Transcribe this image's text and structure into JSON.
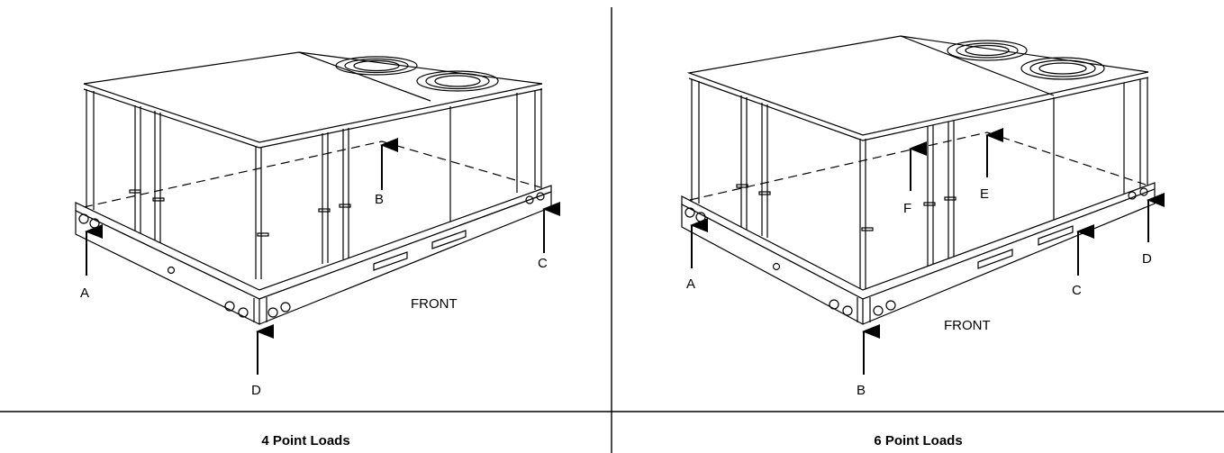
{
  "panels": [
    {
      "caption": "4 Point Loads",
      "front_label": "FRONT",
      "point_labels": [
        "A",
        "B",
        "C",
        "D"
      ]
    },
    {
      "caption": "6 Point Loads",
      "front_label": "FRONT",
      "point_labels": [
        "A",
        "B",
        "C",
        "D",
        "E",
        "F"
      ]
    }
  ]
}
